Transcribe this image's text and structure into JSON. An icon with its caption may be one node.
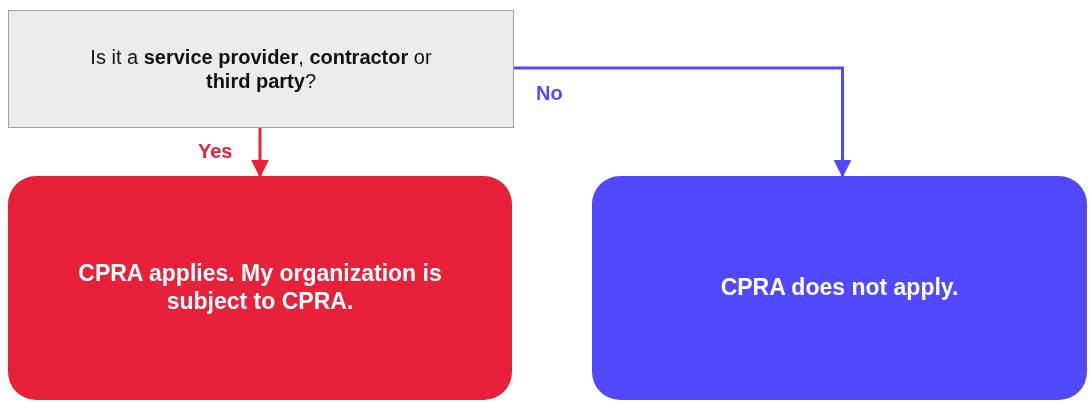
{
  "diagram": {
    "nodes": [
      {
        "text": [
          "Is it a **service provider**, **contractor** or **third party**?"
        ]
      },
      {
        "text": [
          "CPRA applies. My organization is subject to CPRA."
        ]
      },
      {
        "text": [
          "CPRA does not apply."
        ]
      }
    ],
    "edges": [
      {
        "from": 0,
        "to": 1,
        "arrow": "to",
        "label": "Yes",
        "color": "#e8213a"
      },
      {
        "from": 0,
        "to": 2,
        "arrow": "to",
        "label": "No",
        "color": "#5149ff"
      }
    ]
  }
}
